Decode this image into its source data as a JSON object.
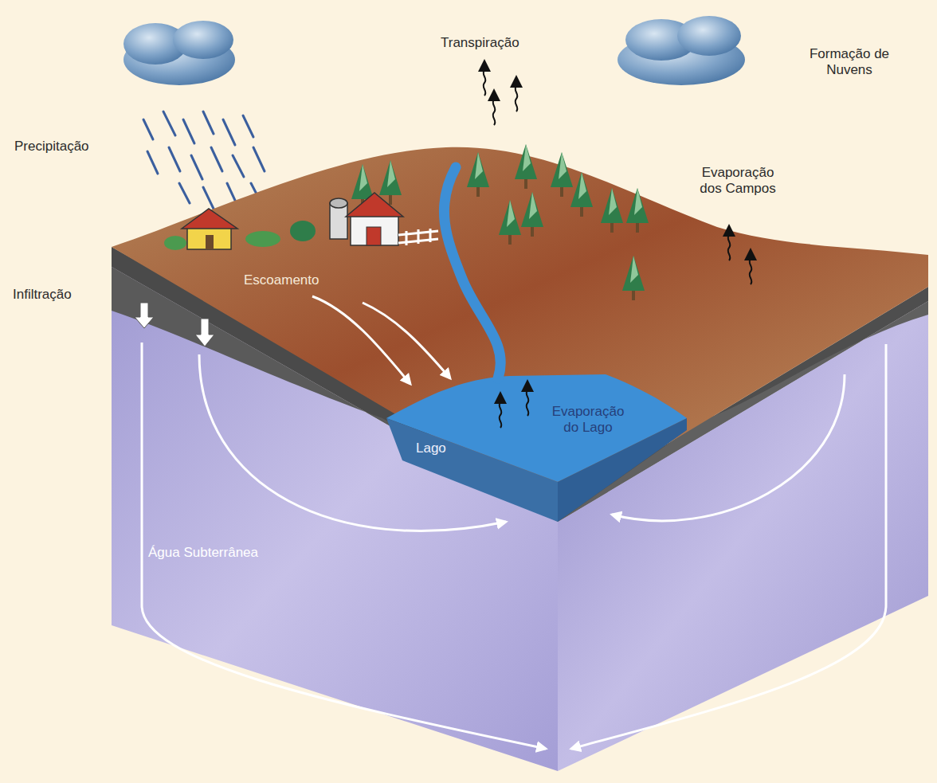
{
  "diagram": {
    "labels": [
      "Transpiração",
      "Formação de Nuvens",
      "Precipitação",
      "Evaporação dos Campos",
      "Infiltração",
      "Escoamento",
      "Evaporação do Lago",
      "Lago",
      "Água Subterrânea"
    ]
  }
}
